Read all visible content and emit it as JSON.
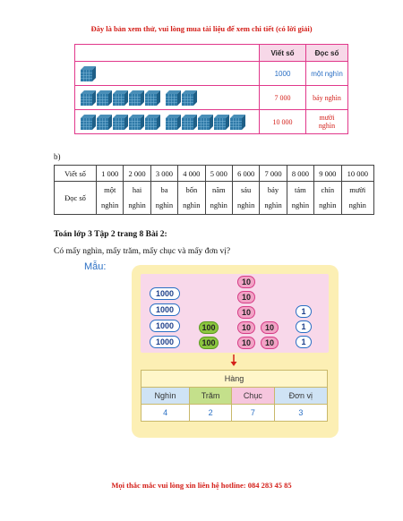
{
  "banner_top": "Đây là bản xem thử, vui lòng mua tài liệu để xem chi tiết (có lời giải)",
  "table1": {
    "headers": [
      "Viết số",
      "Đọc số"
    ],
    "rows": [
      {
        "cube_groups": [
          1
        ],
        "value": "1000",
        "reading": "một nghìn",
        "color": "#2a6fc4"
      },
      {
        "cube_groups": [
          5,
          2
        ],
        "value": "7 000",
        "reading": "bảy nghìn",
        "color": "#d4201a"
      },
      {
        "cube_groups": [
          5,
          5
        ],
        "value": "10 000",
        "reading_line1": "mười",
        "reading_line2": "nghìn",
        "color": "#d4201a"
      }
    ]
  },
  "label_b": "b)",
  "table2": {
    "row1_head": "Viết số",
    "row2_head": "Đọc số",
    "numbers": [
      "1 000",
      "2 000",
      "3 000",
      "4 000",
      "5 000",
      "6 000",
      "7 000",
      "8 000",
      "9 000",
      "10 000"
    ],
    "words": [
      "một",
      "hai",
      "ba",
      "bốn",
      "năm",
      "sáu",
      "bảy",
      "tám",
      "chín",
      "mười"
    ],
    "unit": "nghìn"
  },
  "heading": "Toán lớp 3 Tập 2 trang 8 Bài 2:",
  "question": "Có mấy nghìn, mấy trăm, mấy chục và mấy đơn vị?",
  "example": {
    "label": "Mẫu:",
    "coin_thousand": "1000",
    "coin_hundred": "100",
    "coin_ten": "10",
    "coin_one": "1",
    "table_title": "Hàng",
    "columns": [
      "Nghìn",
      "Trăm",
      "Chục",
      "Đơn vị"
    ],
    "values": [
      "4",
      "2",
      "7",
      "3"
    ]
  },
  "banner_bottom": "Mọi thắc mắc vui lòng xin liên hệ hotline: 084 283 45 85"
}
